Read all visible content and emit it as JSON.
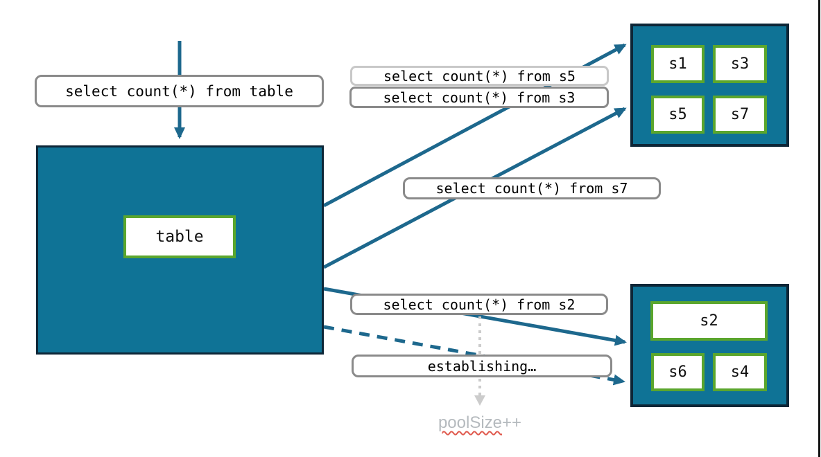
{
  "queries": {
    "table": "select count(*) from table",
    "s5": "select count(*) from s5",
    "s3": "select count(*) from s3",
    "s7": "select count(*) from s7",
    "s2": "select count(*) from s2",
    "establishing": "establishing…"
  },
  "table_box": {
    "label": "table"
  },
  "shard_groups": {
    "top": {
      "shards": [
        "s1",
        "s3",
        "s5",
        "s7"
      ]
    },
    "bottom": {
      "shards": [
        "s2",
        "s6",
        "s4"
      ]
    }
  },
  "pool_note": {
    "base": "poolSize",
    "suffix": "++"
  },
  "colors": {
    "teal_fill": "#0F7396",
    "dark_border": "#0D2637",
    "green_border": "#5BA62D",
    "arrow": "#1D688D",
    "label_border": "#8A8A8A",
    "label_border_light": "#C8C8C8",
    "dotted_arrow": "#CCCCCC",
    "muted_text": "#B5BABE",
    "squiggle": "#E05A4E"
  }
}
